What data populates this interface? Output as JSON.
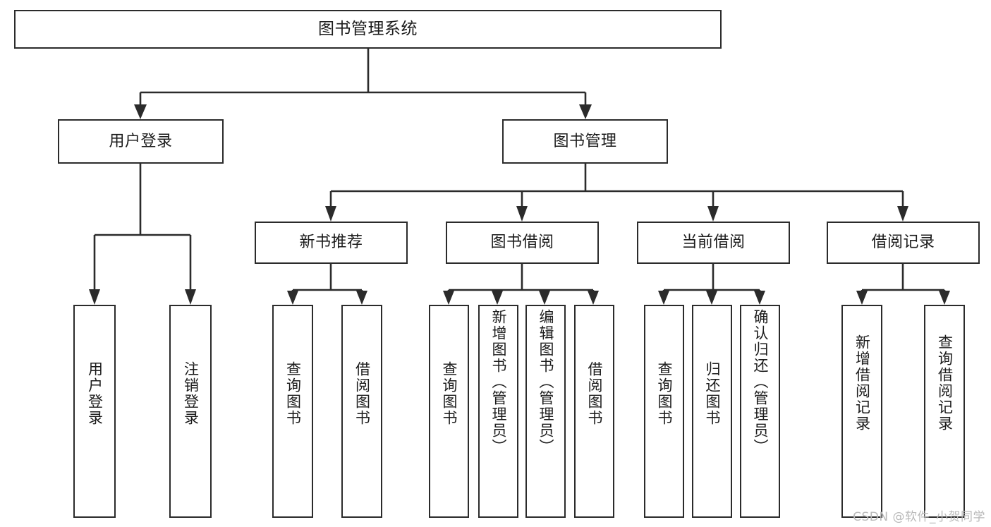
{
  "diagram": {
    "type": "tree-hierarchy-flowchart",
    "title": "图书管理系统",
    "watermark": "CSDN @软件_小贺同学",
    "nodes": {
      "root": {
        "label": "图书管理系统"
      },
      "level2": [
        {
          "id": "user-login",
          "label": "用户登录"
        },
        {
          "id": "book-manage",
          "label": "图书管理"
        }
      ],
      "level3": [
        {
          "id": "new-book-recommend",
          "label": "新书推荐"
        },
        {
          "id": "book-borrow",
          "label": "图书借阅"
        },
        {
          "id": "current-borrow",
          "label": "当前借阅"
        },
        {
          "id": "borrow-record",
          "label": "借阅记录"
        }
      ],
      "leaves": {
        "user-login": [
          {
            "id": "leaf-user-login",
            "label": "用户登录"
          },
          {
            "id": "leaf-logout-login",
            "label": "注销登录"
          }
        ],
        "new-book-recommend": [
          {
            "id": "leaf-query-book-1",
            "label": "查询图书"
          },
          {
            "id": "leaf-borrow-book-1",
            "label": "借阅图书"
          }
        ],
        "book-borrow": [
          {
            "id": "leaf-query-book-2",
            "label": "查询图书"
          },
          {
            "id": "leaf-add-book",
            "label": "新增图书（管理员）"
          },
          {
            "id": "leaf-edit-book",
            "label": "编辑图书（管理员）"
          },
          {
            "id": "leaf-borrow-book-2",
            "label": "借阅图书"
          }
        ],
        "current-borrow": [
          {
            "id": "leaf-query-book-3",
            "label": "查询图书"
          },
          {
            "id": "leaf-return-book",
            "label": "归还图书"
          },
          {
            "id": "leaf-confirm-return",
            "label": "确认归还（管理员）"
          }
        ],
        "borrow-record": [
          {
            "id": "leaf-add-record",
            "label": "新增借阅记录"
          },
          {
            "id": "leaf-query-record",
            "label": "查询借阅记录"
          }
        ]
      }
    },
    "colors": {
      "stroke": "#2b2b2b",
      "fill": "#ffffff",
      "text": "#1c1c1c",
      "watermark": "#b9b9b9"
    }
  }
}
